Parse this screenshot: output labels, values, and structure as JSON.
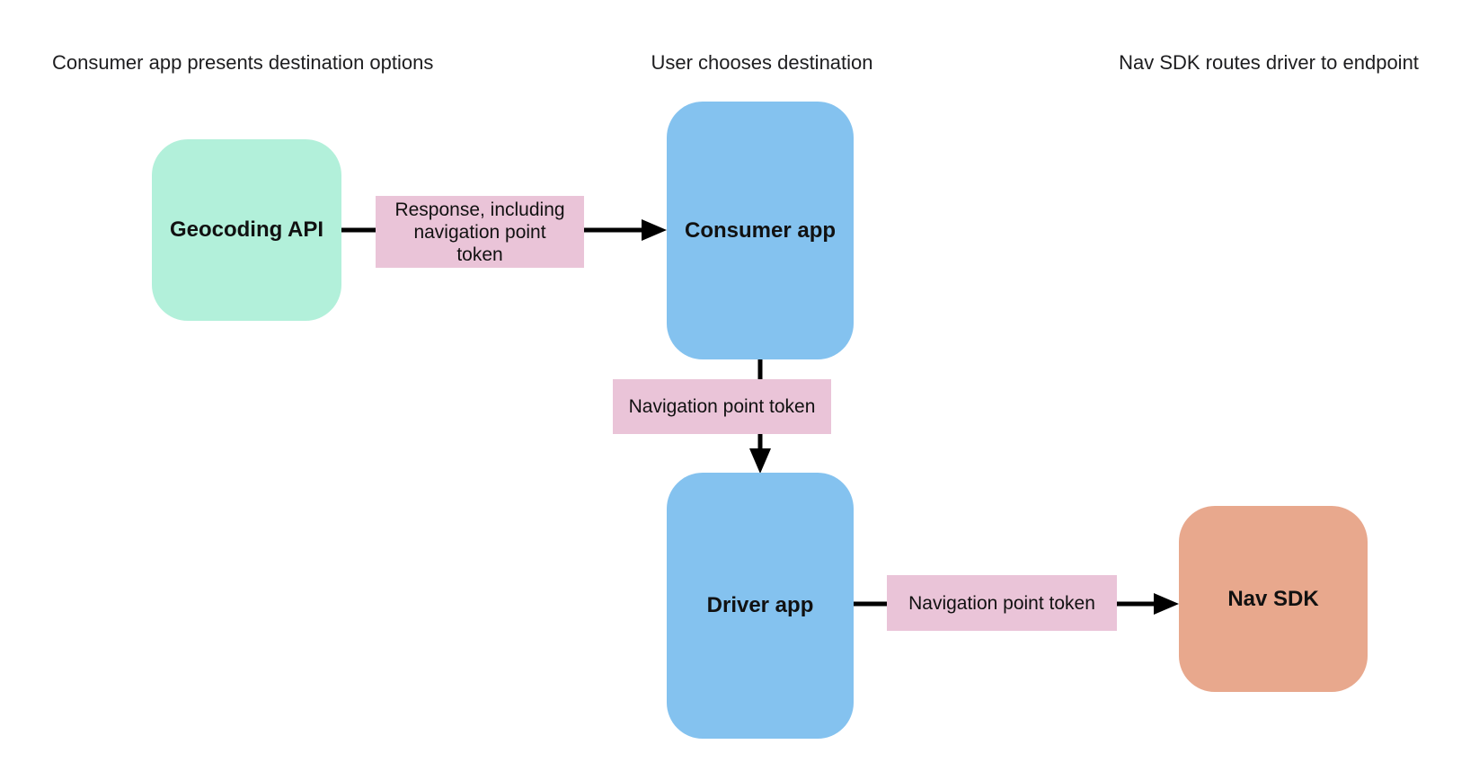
{
  "diagram": {
    "stage_headings": [
      "Consumer app presents destination options",
      "User chooses destination",
      "Nav SDK routes driver to endpoint"
    ],
    "nodes": [
      {
        "id": "geocoding-api",
        "label": "Geocoding API",
        "color": "#b2f0da"
      },
      {
        "id": "consumer-app",
        "label": "Consumer app",
        "color": "#84c2ef"
      },
      {
        "id": "driver-app",
        "label": "Driver app",
        "color": "#84c2ef"
      },
      {
        "id": "nav-sdk",
        "label": "Nav SDK",
        "color": "#e8a88d"
      }
    ],
    "edges": [
      {
        "from": "geocoding-api",
        "to": "consumer-app",
        "label": "Response, including navigation point token",
        "label_color": "#eac4d8"
      },
      {
        "from": "consumer-app",
        "to": "driver-app",
        "label": "Navigation point token",
        "label_color": "#eac4d8"
      },
      {
        "from": "driver-app",
        "to": "nav-sdk",
        "label": "Navigation point token",
        "label_color": "#eac4d8"
      }
    ],
    "colors": {
      "background": "#ffffff",
      "arrow": "#000000",
      "heading_text": "#1d1d1f",
      "label_text": "#111111"
    }
  }
}
